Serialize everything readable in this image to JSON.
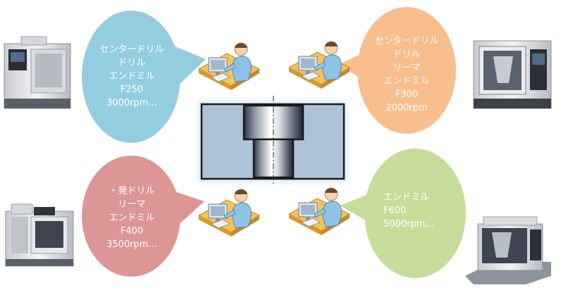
{
  "bubbles": {
    "top_left": {
      "lines": [
        "センタードリル",
        "ドリル",
        "エンドミル",
        "F250",
        "3000rpm..."
      ],
      "color": "#94CDE0"
    },
    "top_right": {
      "lines": [
        "センタードリル",
        "ドリル",
        "リーマ",
        "エンドミル",
        "F300",
        "2000rpm"
      ],
      "color": "#F9BE8E"
    },
    "bottom_left": {
      "lines": [
        "・発ドリル",
        "リーマ",
        "エンドミル",
        "F400",
        "3500rpm..."
      ],
      "color": "#DC9696"
    },
    "bottom_right": {
      "lines": [
        "エンドミル",
        "F600",
        "5000rpm..."
      ],
      "color": "#C6DC9B"
    }
  },
  "icons": {
    "workers": "operator-at-computer-icon",
    "machines": "cnc-machining-center-icon",
    "part": "counterbored-hole-cross-section"
  },
  "colors": {
    "part_fill": "#AFC3D8",
    "part_border": "#1A1A1A",
    "hole_steel_light": "#F2F4F6",
    "hole_steel_dark": "#3C4656"
  }
}
